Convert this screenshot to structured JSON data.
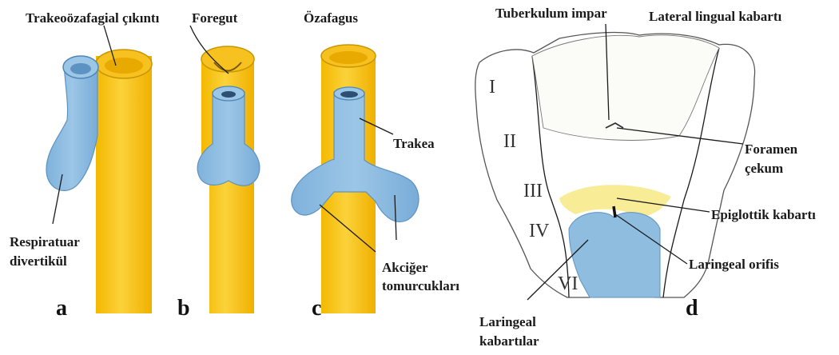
{
  "panels": {
    "a": {
      "letter": "a",
      "labels": {
        "trakeo": "Trakeoözafagial çıkıntı",
        "respiratuar_1": "Respiratuar",
        "respiratuar_2": "divertikül"
      }
    },
    "b": {
      "letter": "b",
      "labels": {
        "foregut": "Foregut"
      }
    },
    "c": {
      "letter": "c",
      "labels": {
        "ozafagus": "Özafagus",
        "trakea": "Trakea",
        "akciger_1": "Akciğer",
        "akciger_2": "tomurcukları"
      }
    },
    "d": {
      "letter": "d",
      "labels": {
        "tuberkulum": "Tuberkulum impar",
        "lateral": "Lateral lingual kabartı",
        "foramen_1": "Foramen",
        "foramen_2": "çekum",
        "epiglottik": "Epiglottik kabartı",
        "laringeal_orifis": "Laringeal orifis",
        "laringeal_kab_1": "Laringeal",
        "laringeal_kab_2": "kabartılar"
      },
      "arches": [
        "I",
        "II",
        "III",
        "IV",
        "VI"
      ]
    }
  },
  "colors": {
    "esophagus_yellow": "#f7c21f",
    "esophagus_dark": "#e6a800",
    "respiratory_blue": "#8fbde0",
    "respiratory_dark": "#5d93c2",
    "epiglottis_yellow": "#f8ec97",
    "line": "#555555"
  }
}
